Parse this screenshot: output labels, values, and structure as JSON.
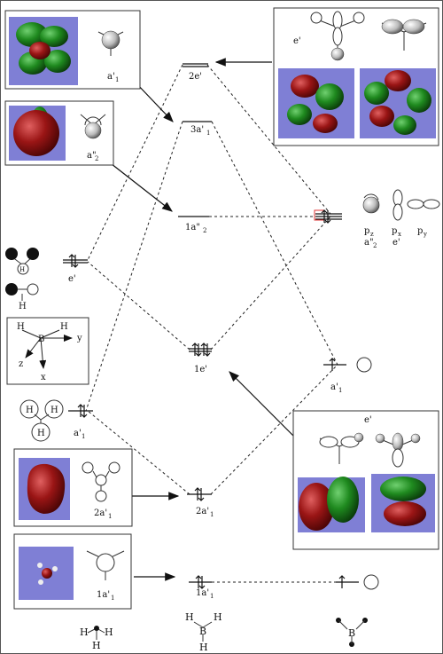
{
  "colors": {
    "lobe_red": "#8b1010",
    "lobe_green": "#1f7a1f",
    "panel_bg": "#7f7fd5",
    "dashed": "#222222",
    "highlight": "#dd3333"
  },
  "labels": {
    "e1": "e'",
    "e2": "e'",
    "e3": "e'",
    "e4": "e'",
    "e5": "e'",
    "a1p_top": "a'",
    "a1p_top_sub": "1",
    "a2pp_top": "a\"",
    "a2pp_top_sub": "2",
    "lvl_2e": "2e'",
    "lvl_3a": "3a'",
    "lvl_3a_sub": "1",
    "lvl_1a2": "1a\"",
    "lvl_1a2_sub": "2",
    "lvl_1e": "1e'",
    "lvl_2a": "2a'",
    "lvl_2a_sub": "1",
    "lvl_1a": "1a'",
    "lvl_1a_sub": "1",
    "box_2a": "2a'",
    "box_2a_sub": "1",
    "box_1a": "1a'",
    "box_1a_sub": "1",
    "a1_right": "a'",
    "a1_right_sub": "1",
    "a1_left": "a'",
    "a1_left_sub": "1",
    "p_z": "p",
    "p_z_sub": "z",
    "p_x": "p",
    "p_x_sub": "x",
    "p_y": "p",
    "p_y_sub": "y",
    "p_a2": "a\"",
    "p_a2_sub": "2",
    "axis_H1": "H",
    "axis_H2": "H",
    "axis_B": "B",
    "axis_y": "y",
    "axis_z": "z",
    "axis_x": "x",
    "h_lbl": "H",
    "h3_lbl1": "H",
    "h3_lbl2": "H",
    "h3_lbl3": "H",
    "foot_h1": "H",
    "foot_h2": "H",
    "foot_h3": "H",
    "foot_bh_h1": "H",
    "foot_bh_b": "B",
    "foot_bh_h2": "H",
    "foot_bh_h3": "H",
    "foot_b": "B"
  }
}
